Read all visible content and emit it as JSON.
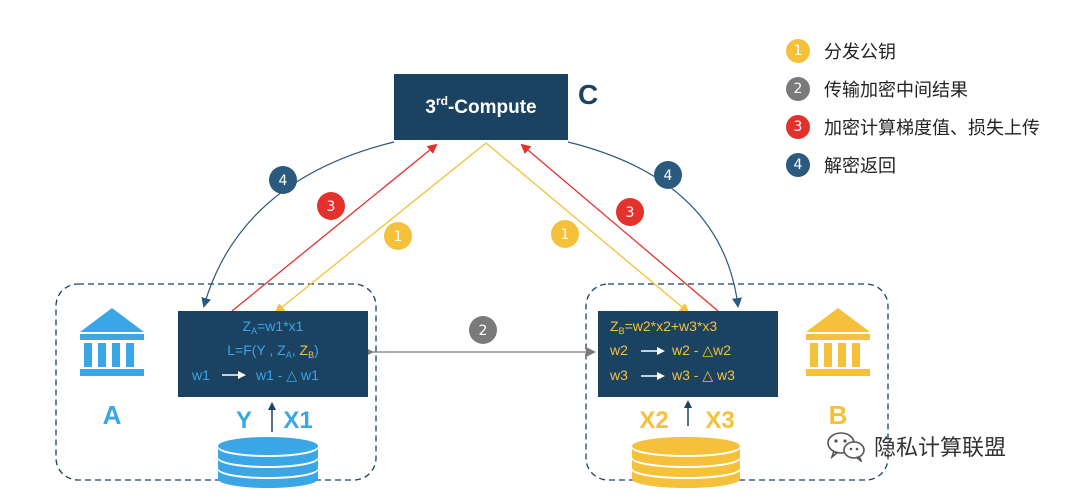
{
  "colors": {
    "navy": "#1b4260",
    "blue": "#3aa6e6",
    "gold": "#f5c13a",
    "red": "#e5312c",
    "gray": "#7a7a7a",
    "step4": "#2a5a7e"
  },
  "compute_box": {
    "label_main": "3",
    "label_sup": "rd",
    "label_tail": "-Compute",
    "node_label": "C"
  },
  "party_a": {
    "label": "A",
    "icon": "bank-icon",
    "formula_line1_base": "Z",
    "formula_line1_sub": "A",
    "formula_line1_rest": "=w1*x1",
    "formula_line2_pre": "L=F(Y , Z",
    "formula_line2_sub1": "A",
    "formula_line2_mid": ", ",
    "formula_line2_zb": "Z",
    "formula_line2_sub2": "B",
    "formula_line2_end": ")",
    "formula_line3_left": "w1",
    "formula_line3_right": "w1 - △ w1",
    "data_label_y": "Y",
    "data_label_x": "X1"
  },
  "party_b": {
    "label": "B",
    "icon": "bank-icon",
    "formula_line1_base": "Z",
    "formula_line1_sub": "B",
    "formula_line1_rest": "=w2*x2+w3*x3",
    "formula_line2_left": "w2",
    "formula_line2_right": "w2 - △w2",
    "formula_line3_left": "w3",
    "formula_line3_right": "w3 - △ w3",
    "data_label_x2": "X2",
    "data_label_x3": "X3"
  },
  "step_badges": {
    "one": "1",
    "two": "2",
    "three": "3",
    "four": "4"
  },
  "legend": [
    {
      "num": "1",
      "color": "#f5c13a",
      "text": "分发公钥"
    },
    {
      "num": "2",
      "color": "#7a7a7a",
      "text": "传输加密中间结果"
    },
    {
      "num": "3",
      "color": "#e5312c",
      "text": "加密计算梯度值、损失上传"
    },
    {
      "num": "4",
      "color": "#2a5a7e",
      "text": "解密返回"
    }
  ],
  "watermark": {
    "icon": "wechat-icon",
    "text": "隐私计算联盟"
  }
}
